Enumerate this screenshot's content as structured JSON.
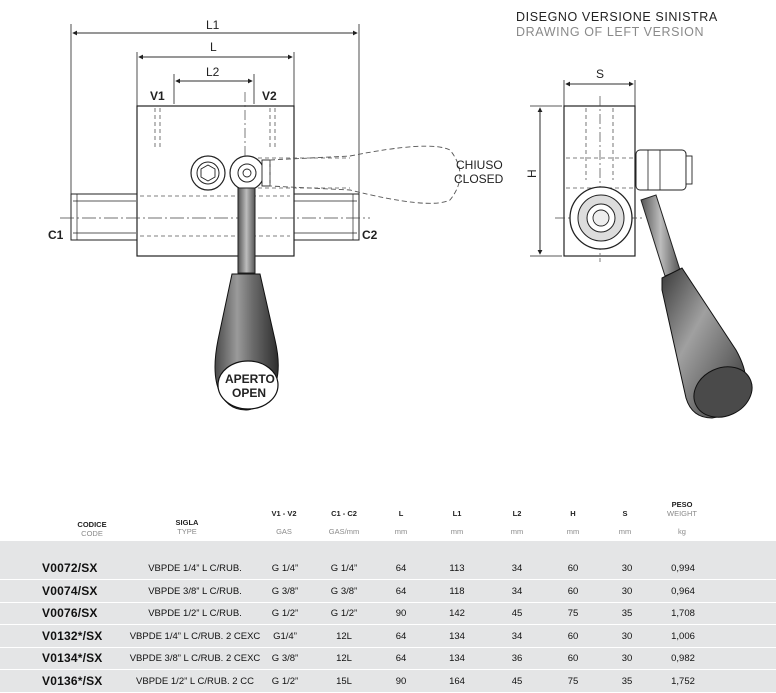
{
  "header": {
    "title_it": "DISEGNO VERSIONE SINISTRA",
    "title_en": "DRAWING OF LEFT VERSION"
  },
  "drawing": {
    "dims": {
      "L1": "L1",
      "L": "L",
      "L2": "L2",
      "V1": "V1",
      "V2": "V2",
      "C1": "C1",
      "C2": "C2",
      "S": "S",
      "H": "H"
    },
    "labels": {
      "closed_it": "CHIUSO",
      "closed_en": "CLOSED",
      "open_it": "APERTO",
      "open_en": "OPEN"
    }
  },
  "table": {
    "headers": [
      {
        "it": "CODICE",
        "en": "CODE"
      },
      {
        "it": "SIGLA",
        "en": "TYPE"
      },
      {
        "it": "V1 - V2",
        "en": "GAS"
      },
      {
        "it": "C1 - C2",
        "en": "GAS/mm"
      },
      {
        "it": "L",
        "en": "mm"
      },
      {
        "it": "L1",
        "en": "mm"
      },
      {
        "it": "L2",
        "en": "mm"
      },
      {
        "it": "H",
        "en": "mm"
      },
      {
        "it": "S",
        "en": "mm"
      },
      {
        "it": "PESO",
        "en": "WEIGHT",
        "unit": "kg"
      }
    ],
    "rows": [
      {
        "code": "V0072/SX",
        "type": "VBPDE 1/4” L C/RUB.",
        "v": "G 1/4”",
        "c": "G 1/4”",
        "L": "64",
        "L1": "113",
        "L2": "34",
        "H": "60",
        "S": "30",
        "weight": "0,994"
      },
      {
        "code": "V0074/SX",
        "type": "VBPDE 3/8” L C/RUB.",
        "v": "G 3/8”",
        "c": "G 3/8”",
        "L": "64",
        "L1": "118",
        "L2": "34",
        "H": "60",
        "S": "30",
        "weight": "0,964"
      },
      {
        "code": "V0076/SX",
        "type": "VBPDE 1/2” L C/RUB.",
        "v": "G 1/2”",
        "c": "G 1/2”",
        "L": "90",
        "L1": "142",
        "L2": "45",
        "H": "75",
        "S": "35",
        "weight": "1,708"
      },
      {
        "code": "V0132*/SX",
        "type": "VBPDE 1/4” L C/RUB. 2 CEXC",
        "v": "G1/4”",
        "c": "12L",
        "L": "64",
        "L1": "134",
        "L2": "34",
        "H": "60",
        "S": "30",
        "weight": "1,006"
      },
      {
        "code": "V0134*/SX",
        "type": "VBPDE 3/8” L C/RUB. 2 CEXC",
        "v": "G 3/8”",
        "c": "12L",
        "L": "64",
        "L1": "134",
        "L2": "36",
        "H": "60",
        "S": "30",
        "weight": "0,982"
      },
      {
        "code": "V0136*/SX",
        "type": "VBPDE 1/2” L C/RUB. 2 CC",
        "v": "G 1/2”",
        "c": "15L",
        "L": "90",
        "L1": "164",
        "L2": "45",
        "H": "75",
        "S": "35",
        "weight": "1,752"
      }
    ]
  }
}
